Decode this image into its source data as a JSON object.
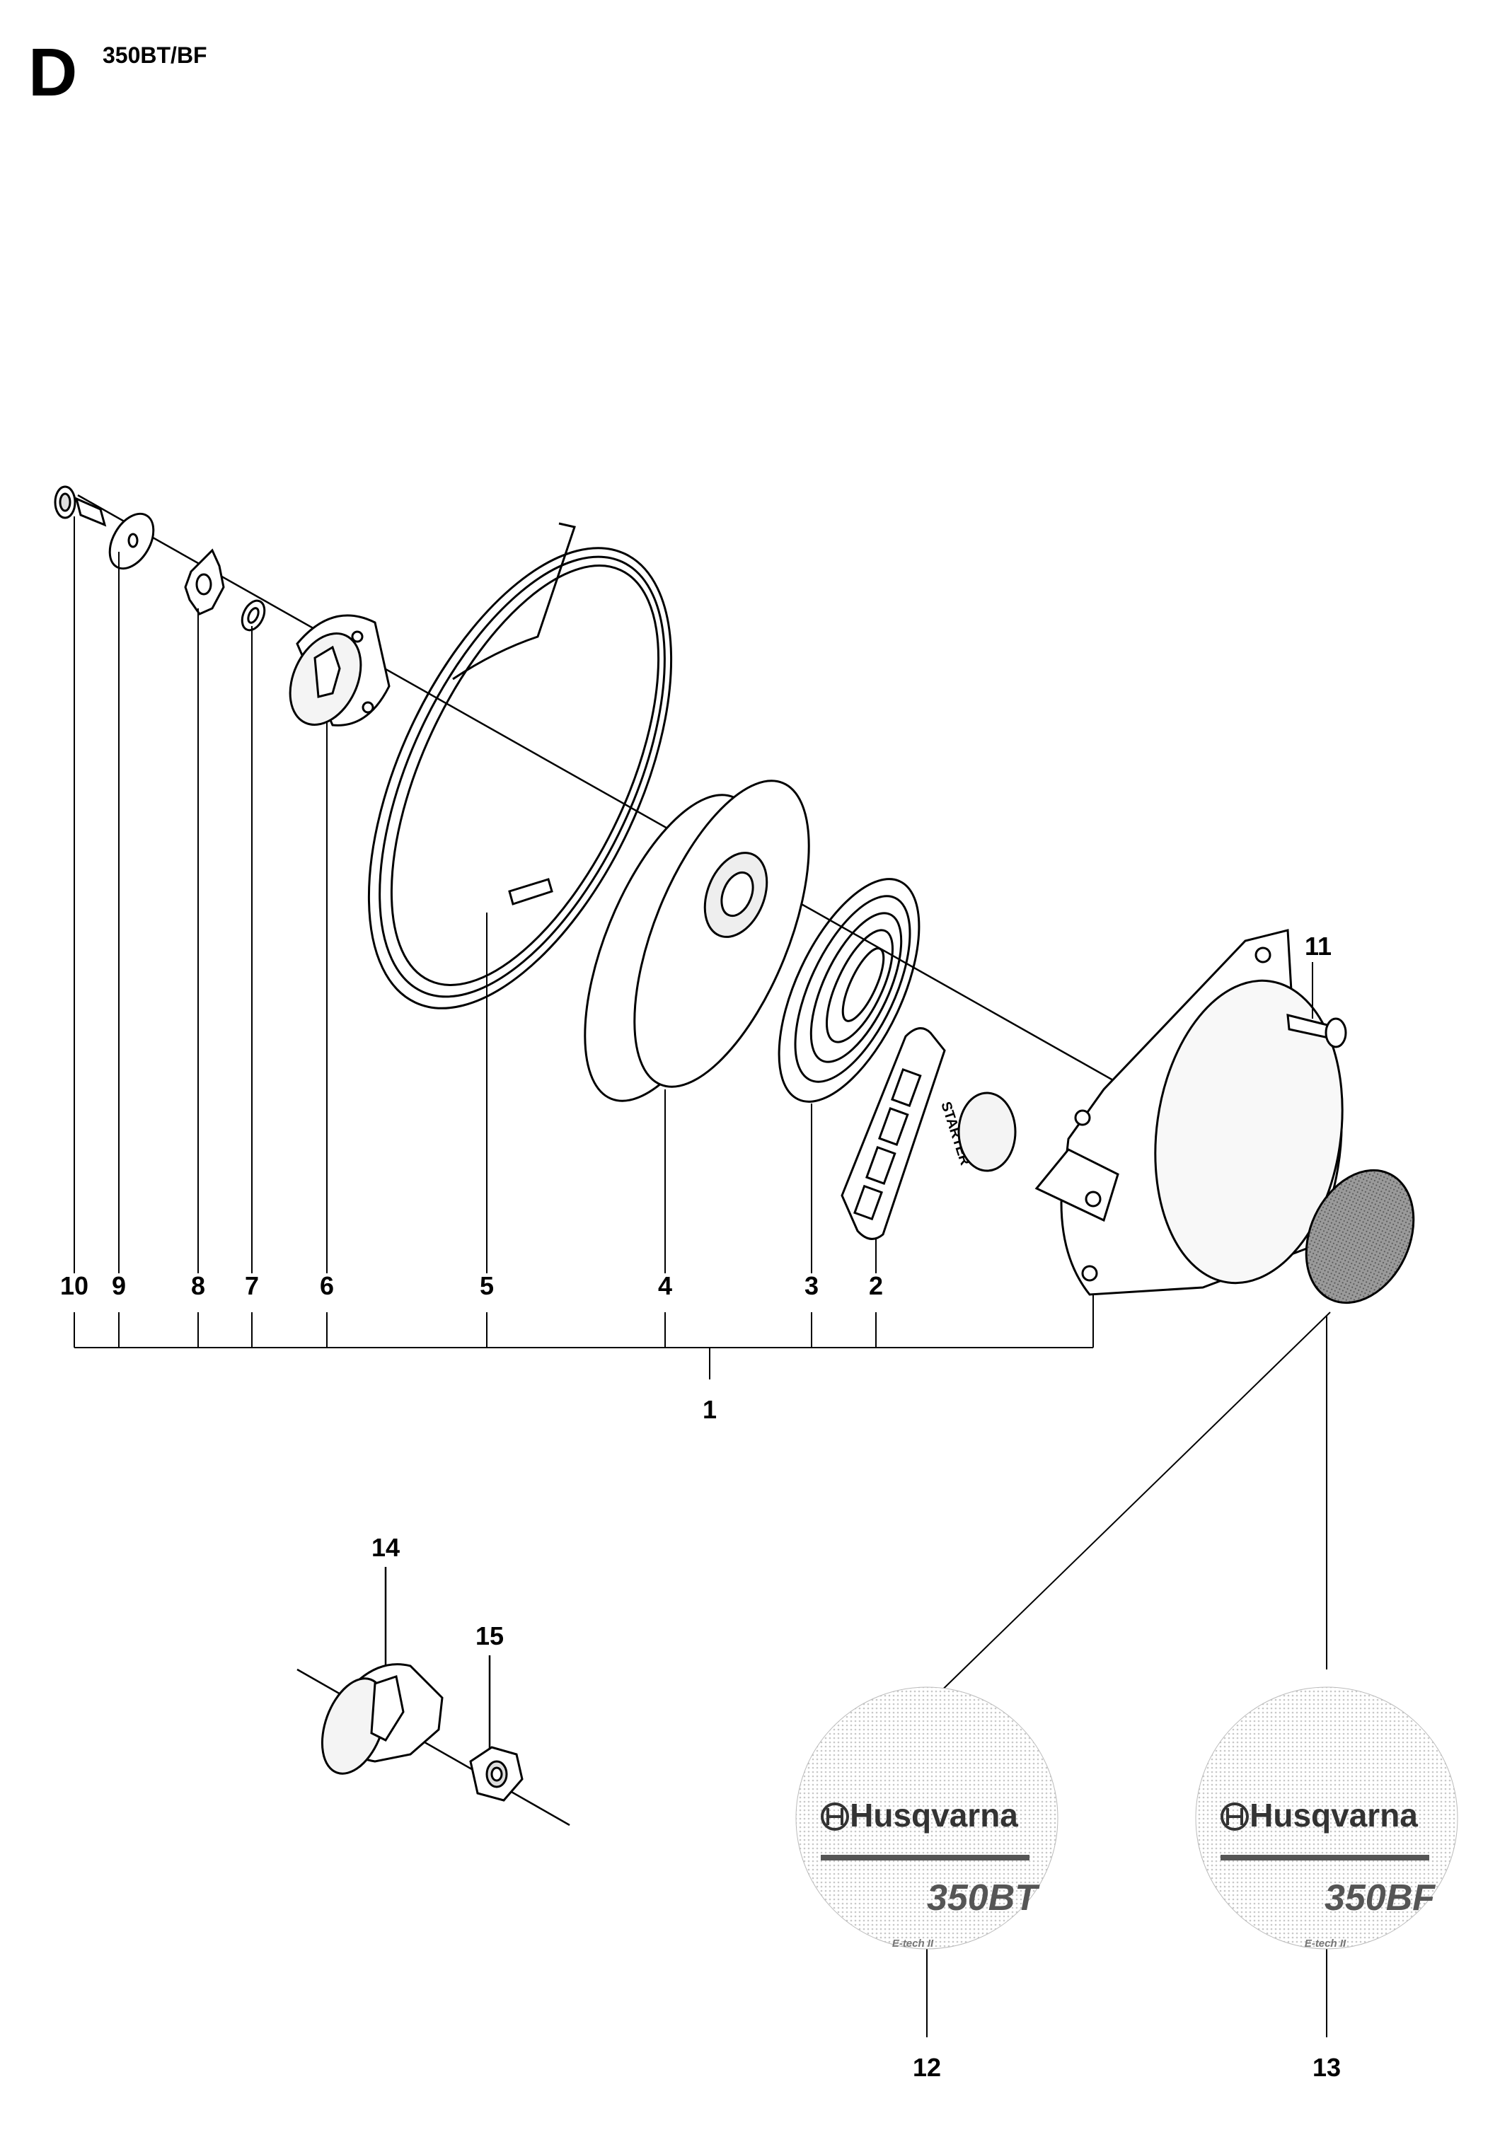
{
  "header": {
    "section": "D",
    "model": "350BT/BF"
  },
  "callouts": {
    "c1": "1",
    "c2": "2",
    "c3": "3",
    "c4": "4",
    "c5": "5",
    "c6": "6",
    "c7": "7",
    "c8": "8",
    "c9": "9",
    "c10": "10",
    "c11": "11",
    "c12": "12",
    "c13": "13",
    "c14": "14",
    "c15": "15"
  },
  "decals": [
    {
      "brand": "Husqvarna",
      "model": "350BT",
      "sub": "E-tech II"
    },
    {
      "brand": "Husqvarna",
      "model": "350BF",
      "sub": "E-tech II"
    }
  ],
  "handle_text": "STARTER"
}
